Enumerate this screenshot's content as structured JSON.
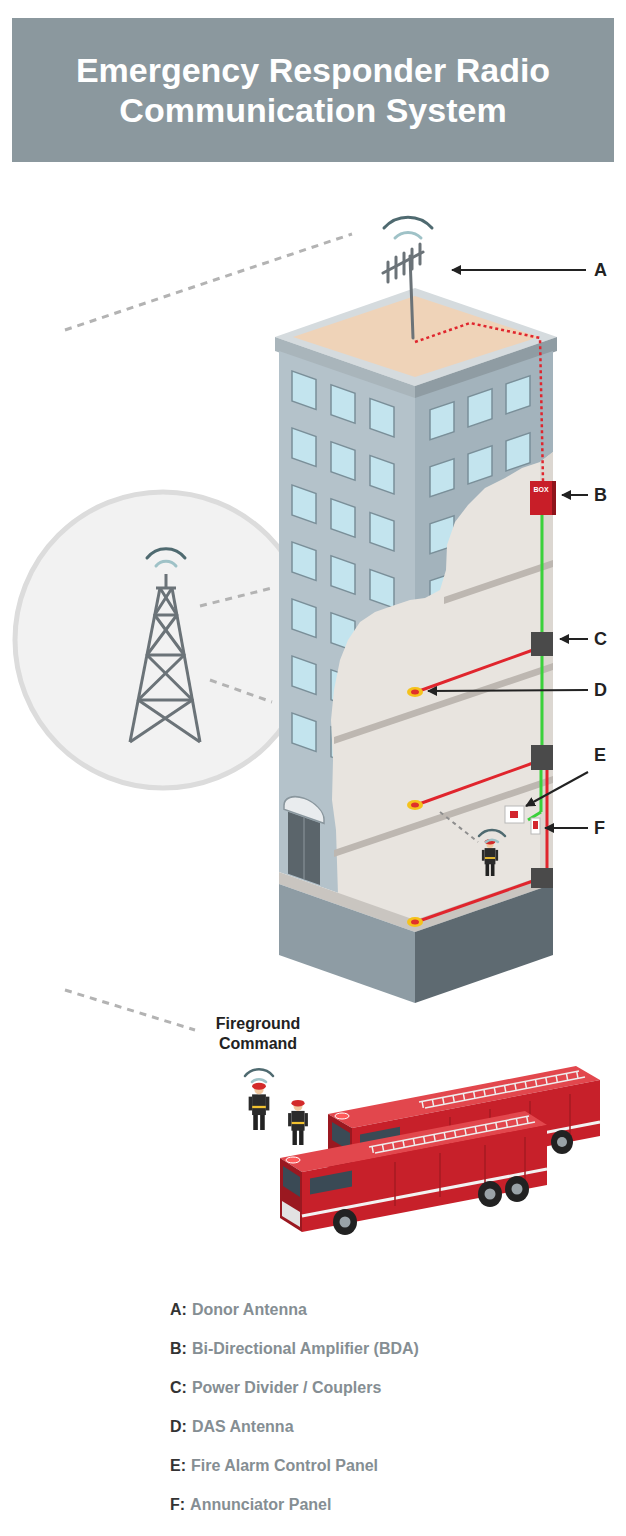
{
  "diagram": {
    "title": "Emergency Responder Radio Communication System",
    "labels": [
      "A",
      "B",
      "C",
      "D",
      "E",
      "F",
      "BOX",
      "Fireground Command",
      "A:",
      "Donor Antenna",
      "B:",
      "Bi-Directional Amplifier (BDA)",
      "C:",
      "Power Divider / Couplers",
      "D:",
      "DAS Antenna",
      "E:",
      "Fire Alarm Control Panel",
      "F:",
      "Annunciator Panel"
    ]
  }
}
